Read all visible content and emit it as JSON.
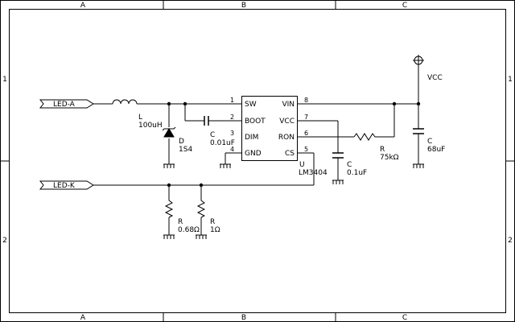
{
  "frame": {
    "columns": [
      "A",
      "B",
      "C"
    ],
    "rows": [
      "1",
      "2"
    ]
  },
  "nets": {
    "led_a": "LED-A",
    "led_k": "LED-K",
    "vcc": "VCC"
  },
  "ic": {
    "ref": "U",
    "part": "LM3404",
    "pins_left": [
      {
        "num": "1",
        "name": "SW"
      },
      {
        "num": "2",
        "name": "BOOT"
      },
      {
        "num": "3",
        "name": "DIM"
      },
      {
        "num": "4",
        "name": "GND"
      }
    ],
    "pins_right": [
      {
        "num": "8",
        "name": "VIN"
      },
      {
        "num": "7",
        "name": "VCC"
      },
      {
        "num": "6",
        "name": "RON"
      },
      {
        "num": "5",
        "name": "CS"
      }
    ]
  },
  "components": {
    "inductor": {
      "ref": "L",
      "value": "100uH"
    },
    "diode": {
      "ref": "D",
      "value": "1S4"
    },
    "c_boot": {
      "ref": "C",
      "value": "0.01uF"
    },
    "c_vcc": {
      "ref": "C",
      "value": "0.1uF"
    },
    "r_on": {
      "ref": "R",
      "value": "75kΩ"
    },
    "c_in": {
      "ref": "C",
      "value": "68uF"
    },
    "r_sense1": {
      "ref": "R",
      "value": "0.68Ω"
    },
    "r_sense2": {
      "ref": "R",
      "value": "1Ω"
    }
  }
}
